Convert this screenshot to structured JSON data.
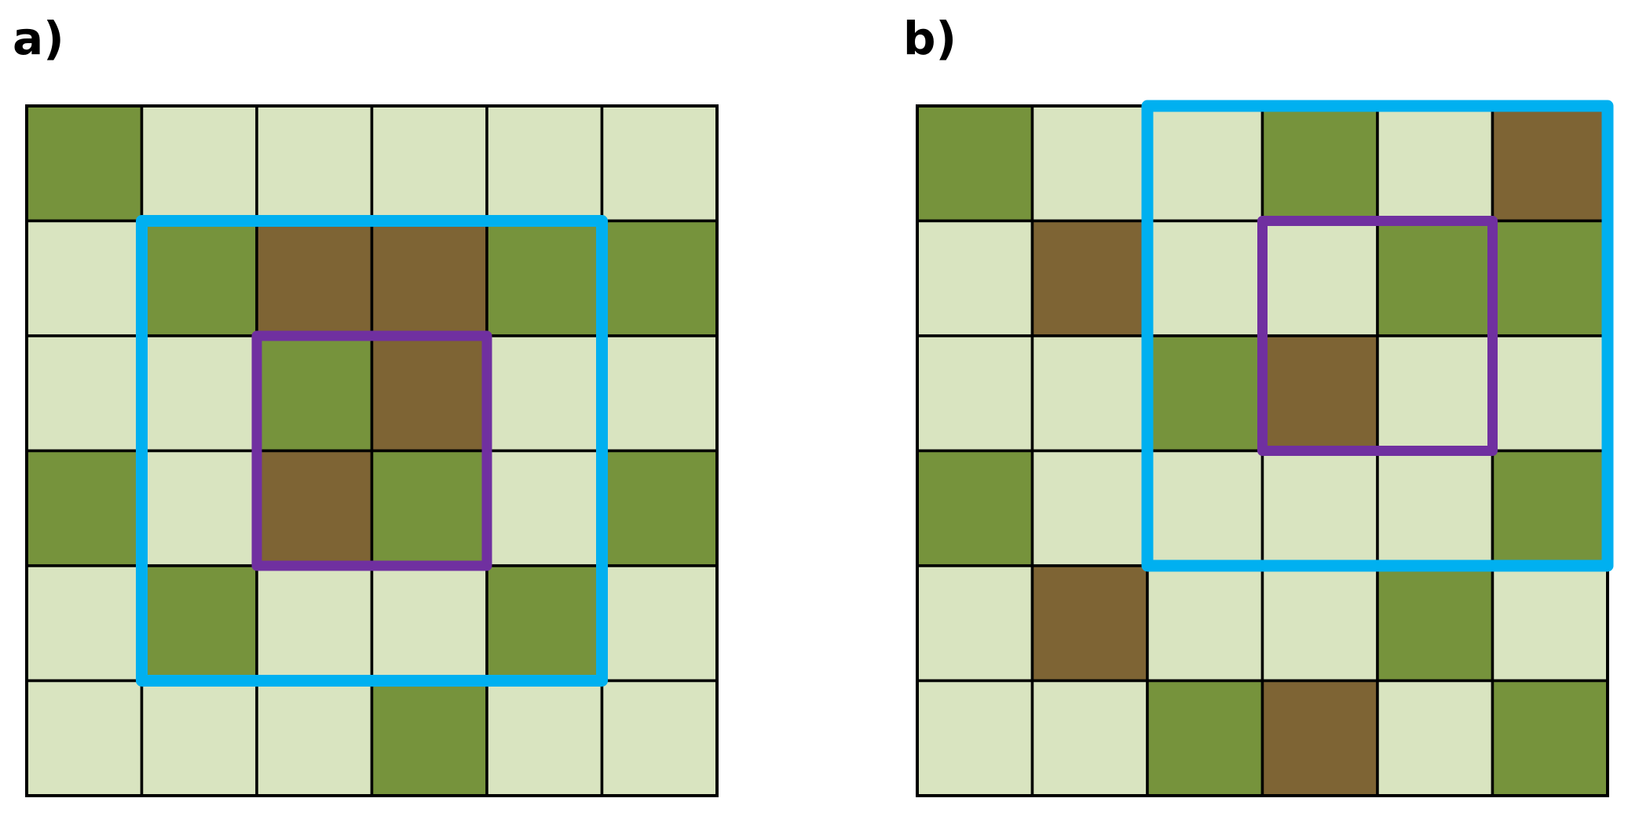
{
  "colors": {
    "L": "#d9e4c0",
    "G": "#76933c",
    "B": "#7e6434",
    "line": "#000000",
    "outer_box": "#00b0f0",
    "inner_box": "#7030a0"
  },
  "panels": [
    {
      "label": "a)",
      "grid": [
        [
          "G",
          "L",
          "L",
          "L",
          "L",
          "L"
        ],
        [
          "L",
          "G",
          "B",
          "B",
          "G",
          "G"
        ],
        [
          "L",
          "L",
          "G",
          "B",
          "L",
          "L"
        ],
        [
          "G",
          "L",
          "B",
          "G",
          "L",
          "G"
        ],
        [
          "L",
          "G",
          "L",
          "L",
          "G",
          "L"
        ],
        [
          "L",
          "L",
          "L",
          "G",
          "L",
          "L"
        ]
      ],
      "outer_window": {
        "row0": 1,
        "col0": 1,
        "rows": 4,
        "cols": 4
      },
      "inner_window": {
        "row0": 2,
        "col0": 2,
        "rows": 2,
        "cols": 2
      }
    },
    {
      "label": "b)",
      "grid": [
        [
          "G",
          "L",
          "L",
          "G",
          "L",
          "B"
        ],
        [
          "L",
          "B",
          "L",
          "L",
          "G",
          "G"
        ],
        [
          "L",
          "L",
          "G",
          "B",
          "L",
          "L"
        ],
        [
          "G",
          "L",
          "L",
          "L",
          "L",
          "G"
        ],
        [
          "L",
          "B",
          "L",
          "L",
          "G",
          "L"
        ],
        [
          "L",
          "L",
          "G",
          "B",
          "L",
          "G"
        ]
      ],
      "outer_window": {
        "row0": 0,
        "col0": 2,
        "rows": 4,
        "cols": 4
      },
      "inner_window": {
        "row0": 1,
        "col0": 3,
        "rows": 2,
        "cols": 2
      }
    }
  ]
}
